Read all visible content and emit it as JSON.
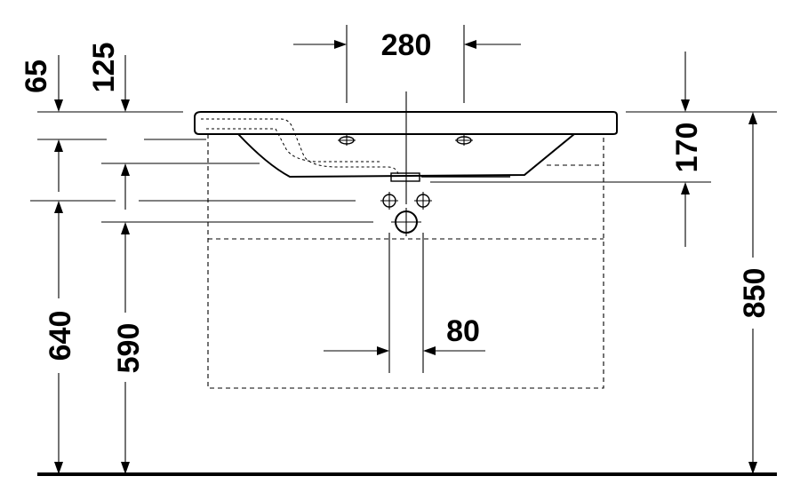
{
  "dimensions": {
    "width_top": "280",
    "from_top_65": "65",
    "from_top_125": "125",
    "basin_depth": "170",
    "floor_to_rim": "850",
    "floor_to_640": "640",
    "floor_to_590": "590",
    "drain_width": "80"
  },
  "colors": {
    "line": "#000000",
    "background": "#ffffff"
  }
}
